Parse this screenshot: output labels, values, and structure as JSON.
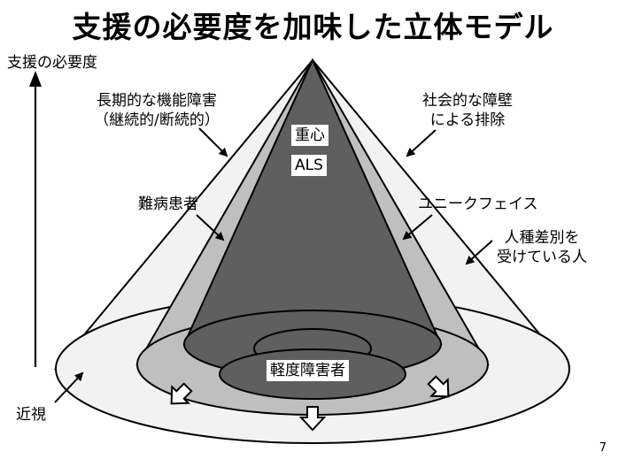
{
  "title": "支援の必要度を加味した立体モデル",
  "axis": {
    "top_label": "支援の必要度",
    "bottom_label": "近視"
  },
  "labels": {
    "long_term_line1": "長期的な機能障害",
    "long_term_line2": "（継続的/断続的）",
    "social_line1": "社会的な障壁",
    "social_line2": "による排除",
    "intractable": "難病患者",
    "unique_face": "ユニークフェイス",
    "racial_line1": "人種差別を",
    "racial_line2": "受けている人",
    "severe": "重心",
    "als": "ALS",
    "mild": "軽度障害者"
  },
  "colors": {
    "outer_cone": "#f2f2f2",
    "middle_cone": "#bfbfbf",
    "inner_cone": "#5f5f5f",
    "stroke": "#000000"
  },
  "page_number": "7"
}
